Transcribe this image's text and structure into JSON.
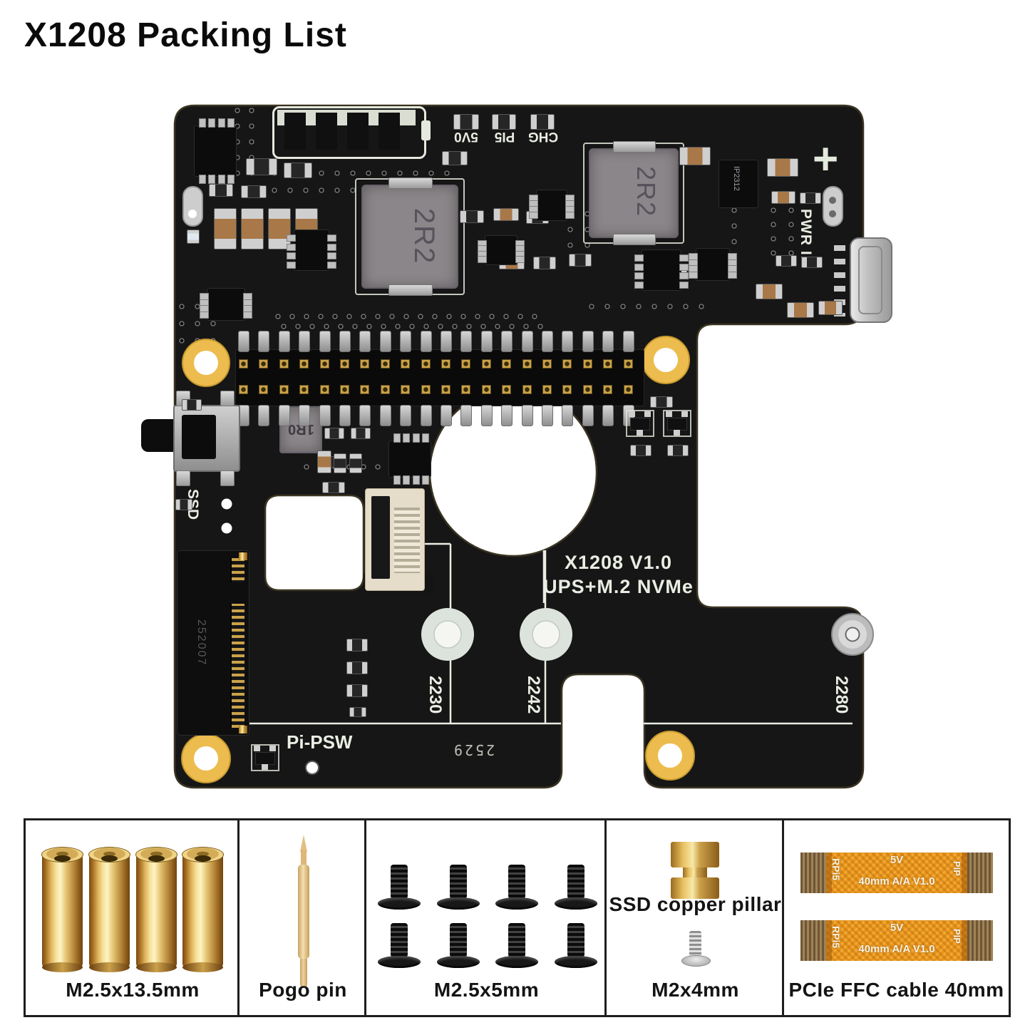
{
  "title": "X1208 Packing List",
  "board": {
    "led_labels": [
      "5V0",
      "PI5",
      "CHG"
    ],
    "plus_mark": "+",
    "pwr_in": "PWR In",
    "ssd_label": "SSD",
    "model": "X1208 V1.0",
    "model_subtitle": "UPS+M.2 NVMe",
    "m2_size_labels": [
      "2230",
      "2242",
      "2280"
    ],
    "pi_psw_label": "Pi-PSW",
    "date_code": "2529",
    "inductor_main_a": "2R2",
    "inductor_main_b": "2R2",
    "inductor_small": "1R0",
    "charge_ic": "IP2312",
    "m2_slot_code": "252007"
  },
  "packing_items": [
    {
      "label": "M2.5x13.5mm"
    },
    {
      "label": "Pogo pin"
    },
    {
      "label": "M2.5x5mm"
    },
    {
      "label": "SSD copper pillar",
      "screw_label": "M2x4mm"
    },
    {
      "label": "PCIe FFC cable 40mm",
      "cable_voltage": "5V",
      "cable_spec": "40mm A/A V1.0",
      "cable_end_left": "RPi5",
      "cable_end_right": "PIP"
    }
  ],
  "colors": {
    "board": "#161616",
    "mount_hole": "#ecbc4e",
    "brass": "#e0b35c",
    "cable_orange": "#e8951c",
    "silkscreen": "#e9ede3"
  }
}
